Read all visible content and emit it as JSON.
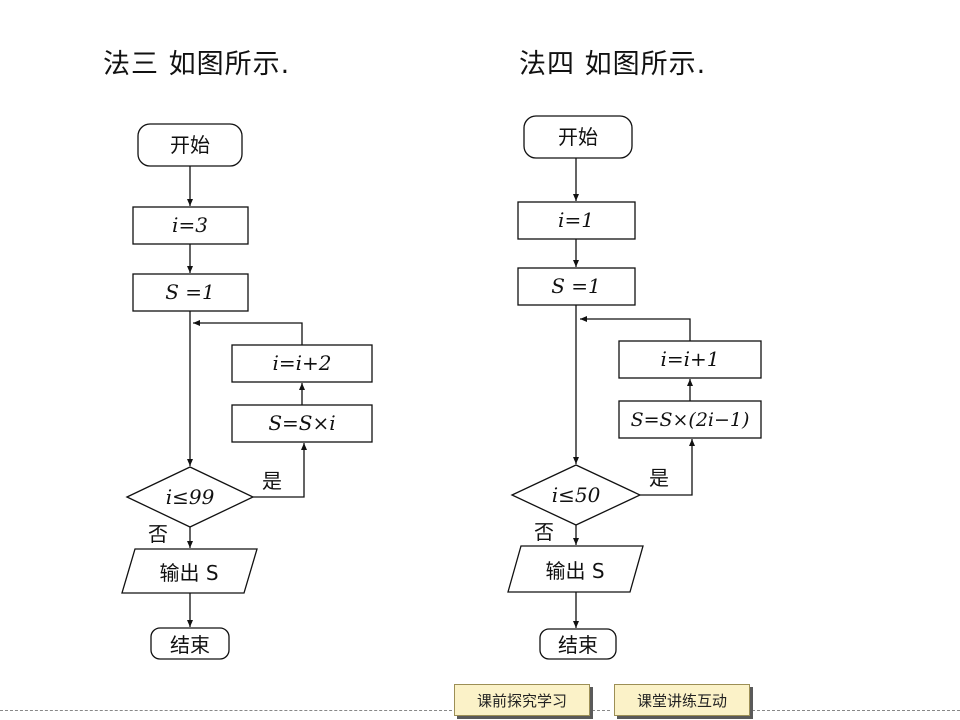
{
  "headings": {
    "left": "法三  如图所示.",
    "right": "法四 如图所示."
  },
  "flow_left": {
    "start": "开始",
    "init_i": "i=3",
    "init_s": "S =1",
    "cond": "i≤99",
    "yes": "是",
    "no": "否",
    "update_s": "S=S×i",
    "update_i": "i=i+2",
    "output": "输出 S",
    "end": "结束"
  },
  "flow_right": {
    "start": "开始",
    "init_i": "i=1",
    "init_s": "S =1",
    "cond": "i≤50",
    "yes": "是",
    "no": "否",
    "update_s": "S=S×(2i−1)",
    "update_i": "i=i+1",
    "output": "输出 S",
    "end": "结束"
  },
  "footer": {
    "nav_left": "课前探究学习",
    "nav_right": "课堂讲练互动"
  }
}
